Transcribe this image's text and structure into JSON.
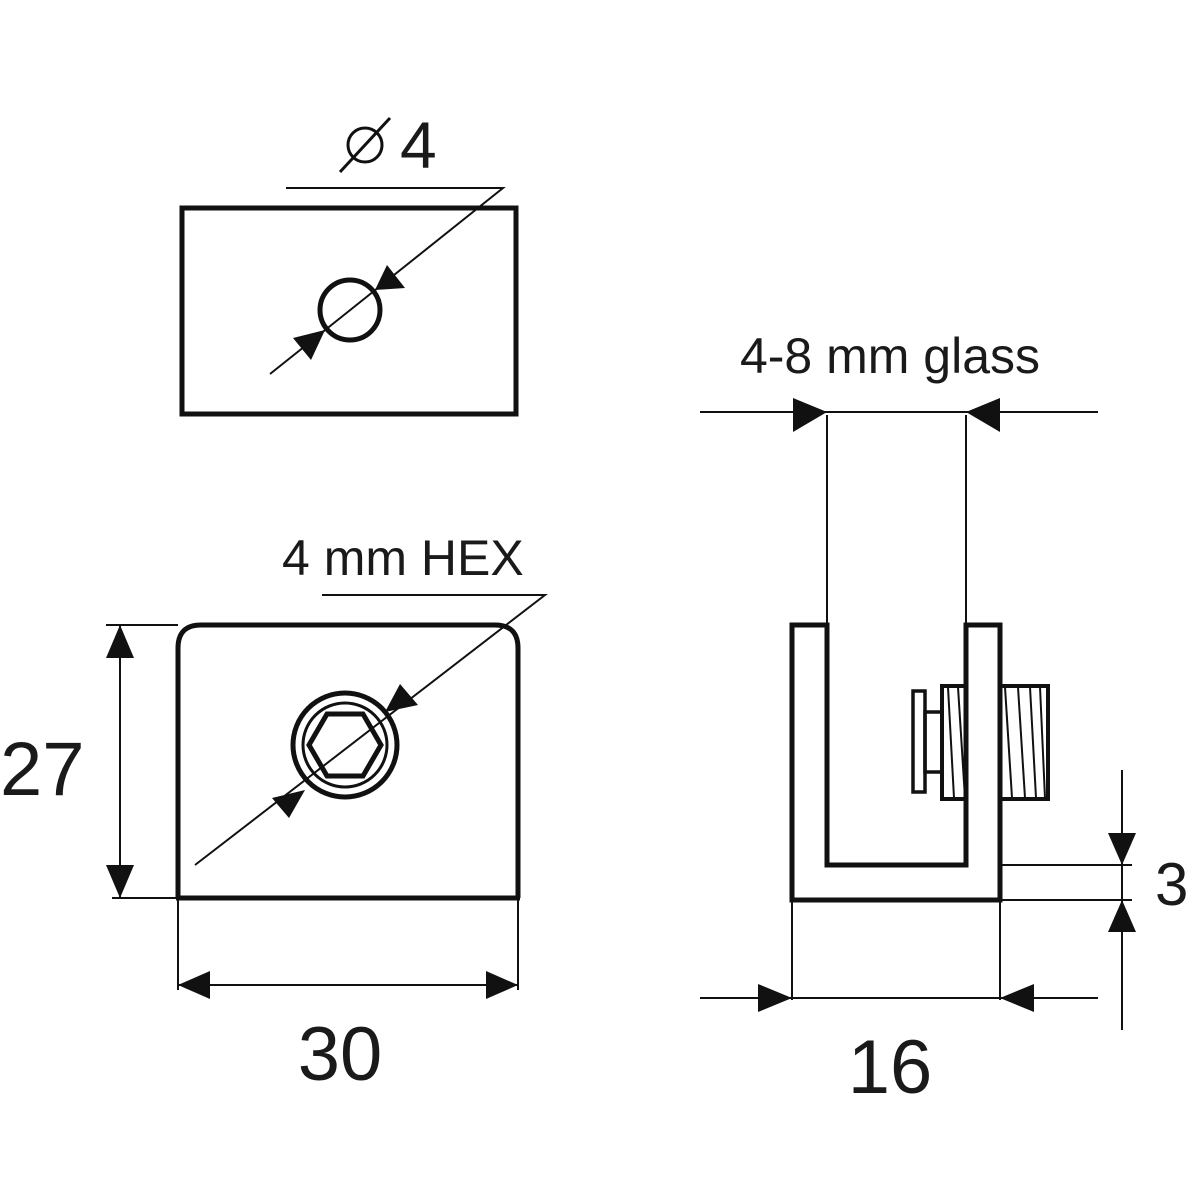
{
  "top_view": {
    "diameter_label": "4"
  },
  "front_view": {
    "hex_label": "4 mm HEX",
    "height_label": "27",
    "width_label": "30"
  },
  "side_view": {
    "glass_label": "4-8 mm glass",
    "depth_label": "16",
    "base_label": "3"
  },
  "colors": {
    "line": "#111111",
    "background": "#ffffff"
  }
}
